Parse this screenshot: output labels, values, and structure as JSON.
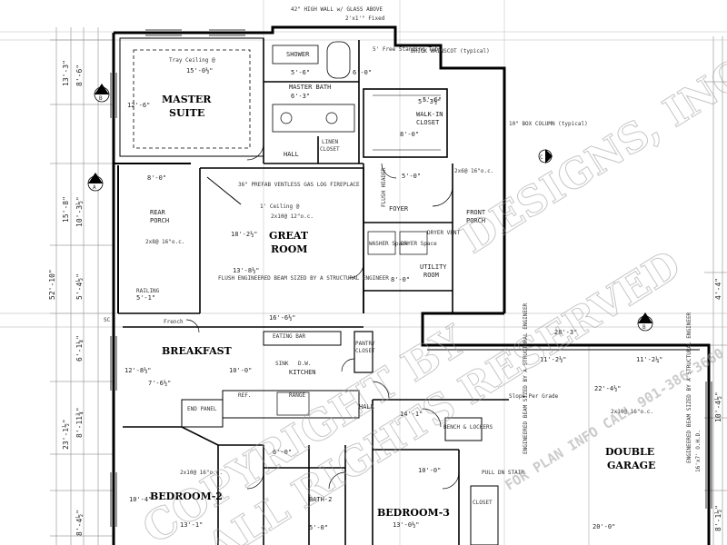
{
  "rooms": {
    "master_suite_1": "MASTER",
    "master_suite_2": "SUITE",
    "great_room_1": "GREAT",
    "great_room_2": "ROOM",
    "breakfast": "BREAKFAST",
    "bedroom2": "BEDROOM-2",
    "bedroom3": "BEDROOM-3",
    "double_garage_1": "DOUBLE",
    "double_garage_2": "GARAGE",
    "master_bath": "MASTER BATH",
    "walk_in_closet_1": "WALK-IN",
    "walk_in_closet_2": "CLOSET",
    "foyer": "FOYER",
    "rear_porch_1": "REAR",
    "rear_porch_2": "PORCH",
    "front_porch_1": "FRONT",
    "front_porch_2": "PORCH",
    "utility_room_1": "UTILITY",
    "utility_room_2": "ROOM",
    "kitchen": "KITCHEN",
    "hall": "HALL",
    "hall2": "HALL",
    "bath2": "BATH-2",
    "linen_closet_1": "LINEN",
    "linen_closet_2": "CLOSET",
    "pantry_1": "PANTRY",
    "pantry_2": "CLOSET",
    "shower": "SHOWER",
    "closet": "CLOSET"
  },
  "dims": {
    "master_w": "15'-0½\"",
    "master_h": "12'-6\"",
    "bath_w": "6'-0\"",
    "bath_w2": "5'-6\"",
    "bath_w3": "6'-3\"",
    "closet_w": "5'-3½\"",
    "closet_h": "8'-0\"",
    "great_w": "16'-6½\"",
    "great_h": "18'-2½\"",
    "great_h2": "13'-8½\"",
    "rear_w": "8'-0\"",
    "rear_w2": "5'-1\"",
    "breakfast_w": "7'-6½\"",
    "breakfast_h": "12'-8½\"",
    "kitchen_w": "10'-0\"",
    "bed2_w": "13'-1\"",
    "bed2_h": "10'-4\"",
    "bed3_w": "13'-0½\"",
    "bed3_h": "10'-0\"",
    "garage_w": "22'-4½\"",
    "garage_w2": "11'-2½\"",
    "garage_w3": "11'-2¼\"",
    "garage_h": "20'-0\"",
    "garage_w4": "28'-3\"",
    "hall_w": "14'-1\"",
    "overall_h": "52'-10\"",
    "left_1": "13'-3\"",
    "left_2": "15'-8\"",
    "left_3": "23'-1½\"",
    "left_sub1": "8'-6\"",
    "left_sub2": "10'-3½\"",
    "left_sub3": "5'-4½\"",
    "left_sub4": "6'-1¼\"",
    "left_sub5": "8'-11¾\"",
    "left_sub6": "8'-4½\"",
    "right_1": "4'-4\"",
    "right_2": "10'-4½\"",
    "right_3": "8'-1½\"",
    "foyer_w": "5'-0\"",
    "utility_w": "8'-0\"",
    "util_h": "5'-6\"",
    "bath2_w": "5'-0\"",
    "bath2_w2": "6'-0\""
  },
  "notes": {
    "glass": "42\" HIGH WALL w/ GLASS ABOVE",
    "fixed": "2'x1'° Fixed",
    "tub": "5' Free Standing Tub",
    "brick": "BRICK WAINSCOT (typical)",
    "tray": "Tray Ceiling @",
    "fireplace": "36\" PREFAB VENTLESS GAS LOG FIREPLACE",
    "ceiling": "1' Ceiling @",
    "joist": "2x10@ 12\"o.c.",
    "beam": "FLUSH ENGINEERED BEAM SIZED BY A STRUCTURAL ENGINEER",
    "eng_beam": "ENGINEERED BEAM SIZED BY A STRUCTURAL ENGINEER",
    "box_column": "10\" BOX COLUMN (typical)",
    "eating_bar": "EATING BAR",
    "range": "RANGE",
    "ref": "REF.",
    "end_panel": "END PANEL",
    "sink": "SINK",
    "dw": "D.W.",
    "washer": "WASHER Space",
    "dryer": "DRYER Space",
    "dryer_vent": "DRYER VENT",
    "slope": "Slope Per Grade",
    "lockers": "BENCH & LOCKERS",
    "stair": "PULL DN STAIR",
    "ohd": "16'x7' O.H.D.",
    "railing": "RAILING",
    "french": "French",
    "joist2": "2x8@ 16\"o.c.",
    "joist3": "2x10@ 16\"o.c.",
    "joist4": "2x6@ 16\"o.c.",
    "joist5": "2x10@ 16\"o.c.",
    "sc": "SC",
    "flush_header": "FLUSH HEADER"
  },
  "watermark": {
    "line1": "COPYRIGHT BY",
    "line2": "ALL RIGHTS RESERVED",
    "line3": "DESIGNS, INC.",
    "phone": "FOR PLAN INFO CALL 901-386-3660"
  },
  "section_tags": {
    "a": "A",
    "b": "B",
    "c": "C",
    "num": "6",
    "num2": "5"
  }
}
